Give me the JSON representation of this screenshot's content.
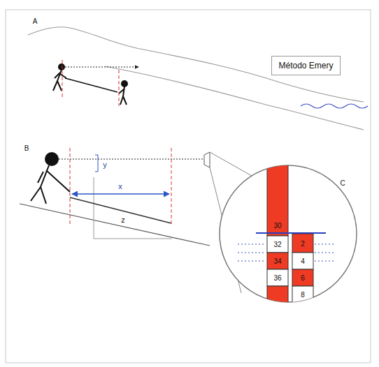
{
  "diagram": {
    "nodes": [
      {
        "text": [
          "Método Emery"
        ]
      }
    ],
    "edges": [],
    "labels": [
      "A",
      "B",
      "y",
      "x",
      "z",
      "C",
      "30",
      "32",
      "34",
      "36",
      "2",
      "4",
      "6",
      "8"
    ]
  }
}
